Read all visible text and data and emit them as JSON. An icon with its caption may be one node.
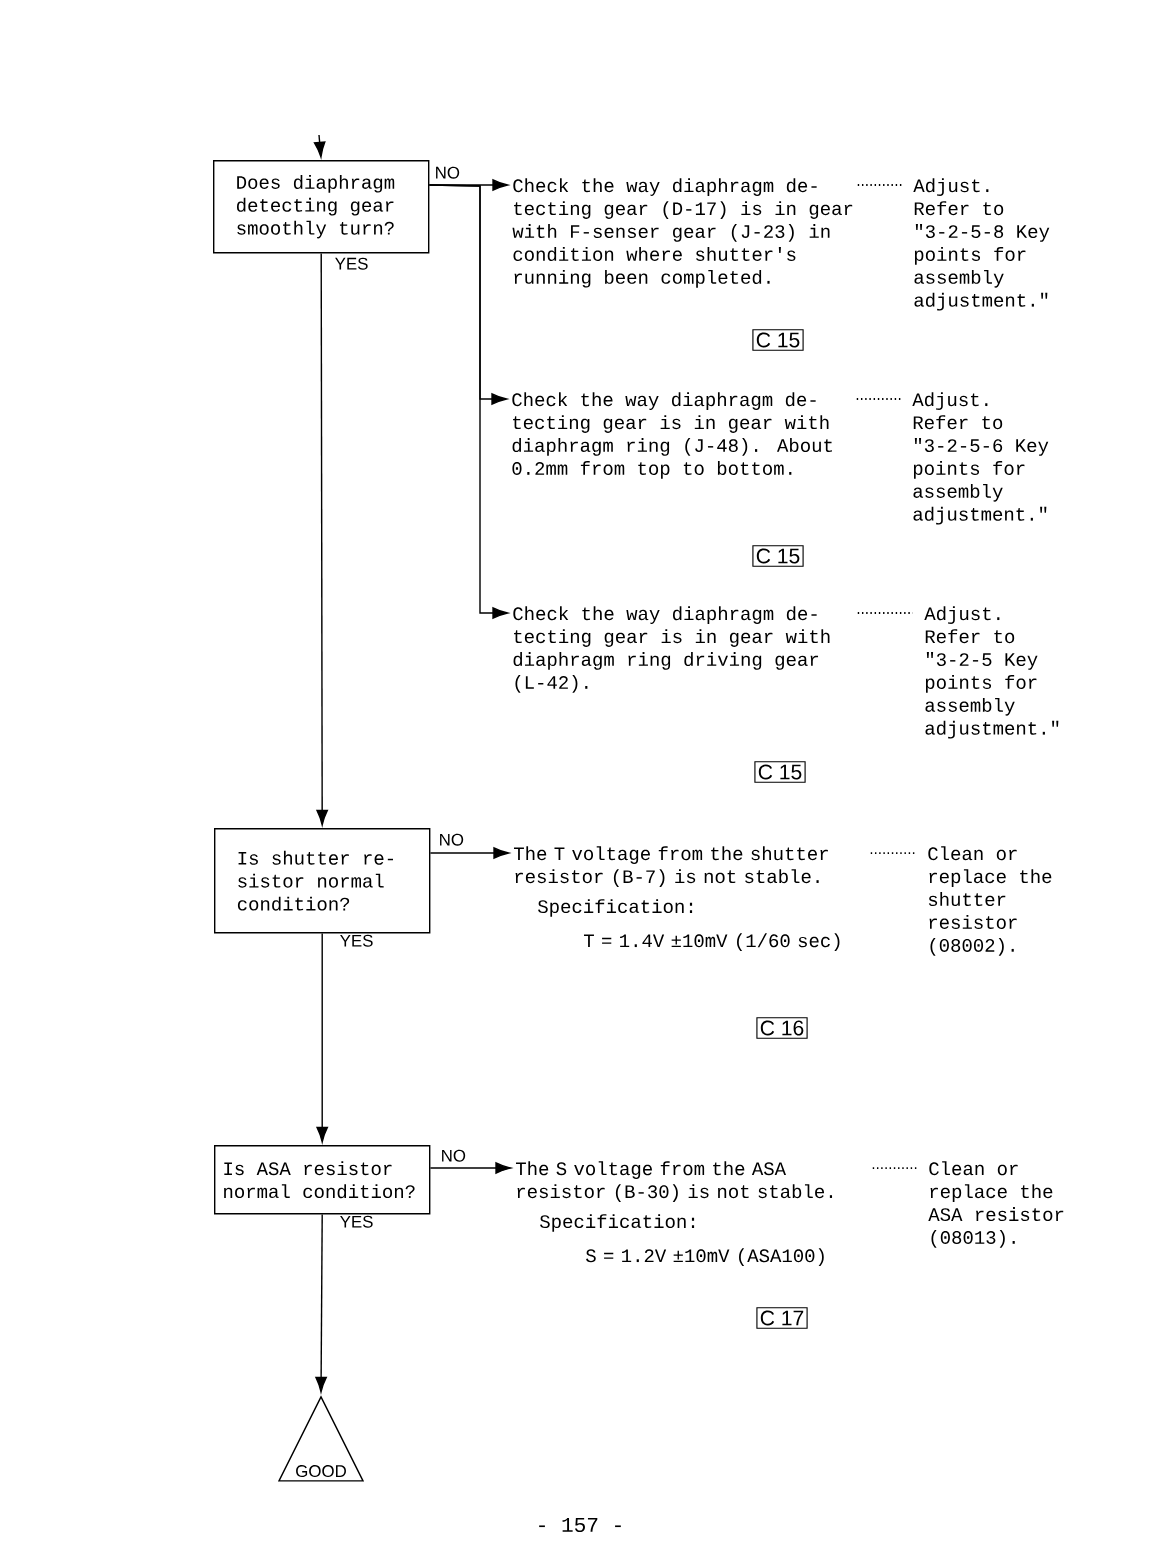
{
  "diagram": {
    "nodes": [
      {
        "text": [
          "Does diaphragm detecting gear smoothly turn?"
        ]
      },
      {
        "text": [
          "Check the way diaphragm de- tecting gear (D-17) is in gear with F-senser gear (J-23) in condition where shutter's running been completed."
        ]
      },
      {
        "text": [
          "Adjust. Refer to \"3-2-5-8 Key points for assembly adjustment.\""
        ]
      },
      {
        "text": [
          "Check the way diaphragm de- tecting gear is in gear with diaphragm ring (J-48). About 0.2mm from top to bottom."
        ]
      },
      {
        "text": [
          "Adjust. Refer to \"3-2-5-6 Key points for assembly adjustment.\""
        ]
      },
      {
        "text": [
          "Check the way diaphragm de- tecting gear is in gear with diaphragm ring driving gear (L-42)."
        ]
      },
      {
        "text": [
          "Adjust. Refer to \"3-2-5 Key points for assembly adjustment.\""
        ]
      },
      {
        "text": [
          "Is shutter re- sistor normal condition?"
        ]
      },
      {
        "text": [
          "The T voltage from the shutter resistor (B-7) is not stable.",
          "Specification:",
          "T = 1.4V ±10mV (1/60 sec)"
        ]
      },
      {
        "text": [
          "Clean or replace the shutter resistor (08002)."
        ]
      },
      {
        "text": [
          "Is ASA resistor normal condition?"
        ]
      },
      {
        "text": [
          "The S voltage from the ASA resistor (B-30) is not stable.",
          "Specification:",
          "S = 1.2V ±10mV (ASA100)"
        ]
      },
      {
        "text": [
          "Clean or replace the ASA resistor (08013)."
        ]
      },
      {
        "text": [
          "GOOD"
        ]
      }
    ],
    "edges": [
      {
        "from": null,
        "to": 0,
        "arrow": "to"
      },
      {
        "from": 0,
        "to": 1,
        "arrow": "to",
        "label": "NO"
      },
      {
        "from": 0,
        "to": 3,
        "arrow": "to"
      },
      {
        "from": 0,
        "to": 5,
        "arrow": "to"
      },
      {
        "from": 1,
        "to": 2,
        "arrow": "none",
        "style": "dashed"
      },
      {
        "from": 3,
        "to": 4,
        "arrow": "none",
        "style": "dashed"
      },
      {
        "from": 5,
        "to": 6,
        "arrow": "none",
        "style": "dashed"
      },
      {
        "from": 0,
        "to": 7,
        "arrow": "to",
        "label": "YES"
      },
      {
        "from": 7,
        "to": 8,
        "arrow": "to",
        "label": "NO"
      },
      {
        "from": 8,
        "to": 9,
        "arrow": "none",
        "style": "dashed"
      },
      {
        "from": 7,
        "to": 10,
        "arrow": "to",
        "label": "YES"
      },
      {
        "from": 10,
        "to": 11,
        "arrow": "to",
        "label": "NO"
      },
      {
        "from": 11,
        "to": 12,
        "arrow": "none",
        "style": "dashed"
      },
      {
        "from": 10,
        "to": 13,
        "arrow": "to",
        "label": "YES"
      }
    ],
    "labels": [
      "C 15",
      "C 15",
      "C 15",
      "C 16",
      "C 17",
      "- 157 -"
    ]
  }
}
